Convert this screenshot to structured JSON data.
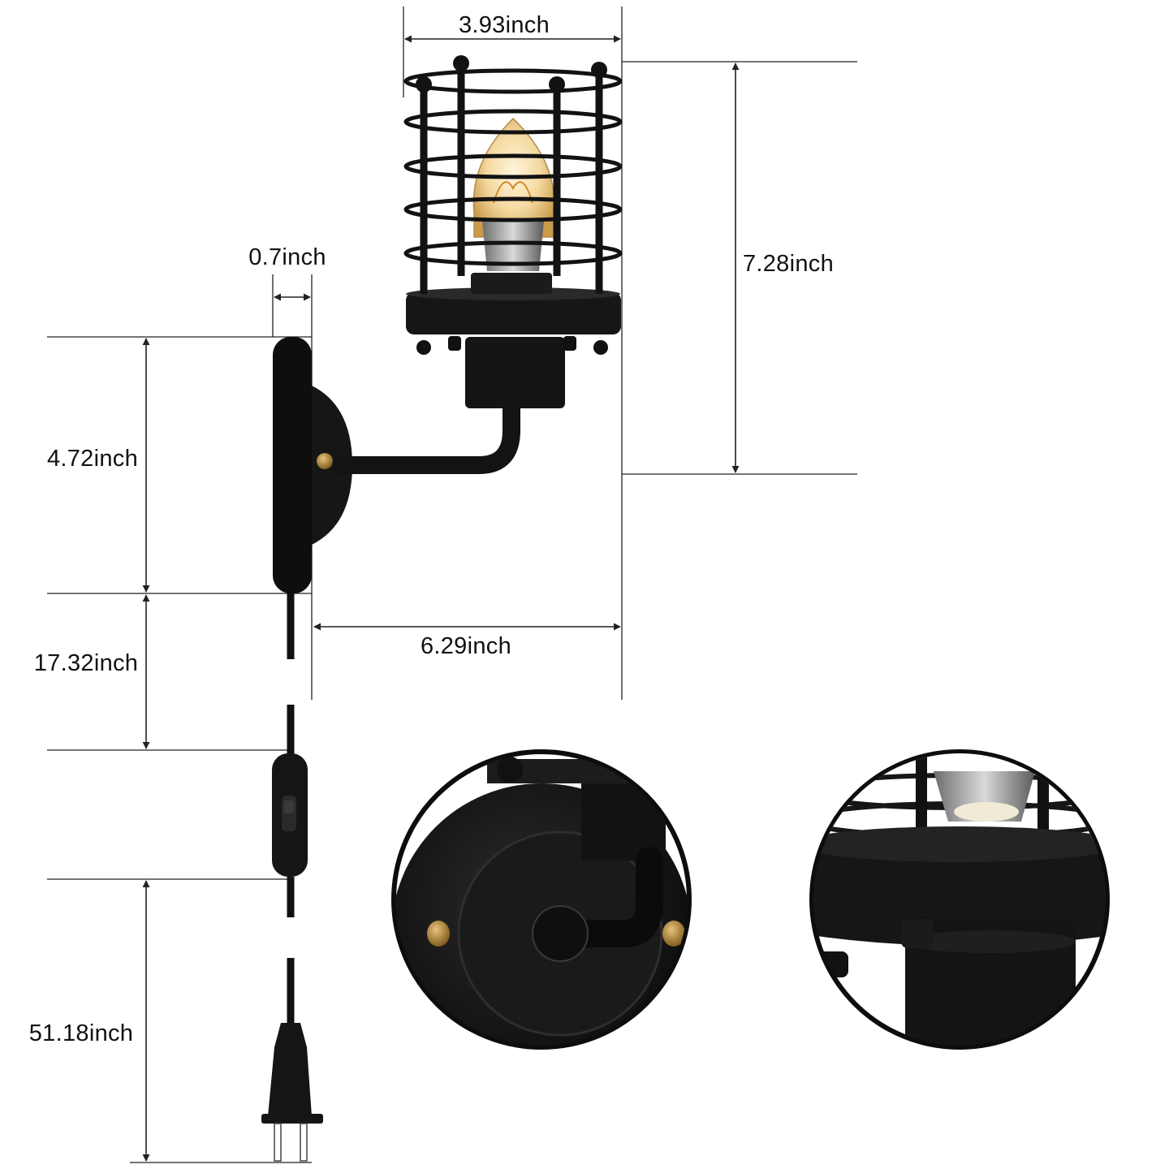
{
  "dimensions": {
    "cage_width": "3.93inch",
    "total_height": "7.28inch",
    "plate_depth": "0.7inch",
    "plate_height": "4.72inch",
    "extension": "6.29inch",
    "cord_to_switch": "17.32inch",
    "cord_to_plug": "51.18inch"
  },
  "colors": {
    "metal": "#141414",
    "bulb_glow": "#f4d9a0",
    "brass": "#a77a2e",
    "line": "#222222"
  },
  "details": [
    "wall-plate-closeup",
    "lamp-holder-closeup"
  ]
}
